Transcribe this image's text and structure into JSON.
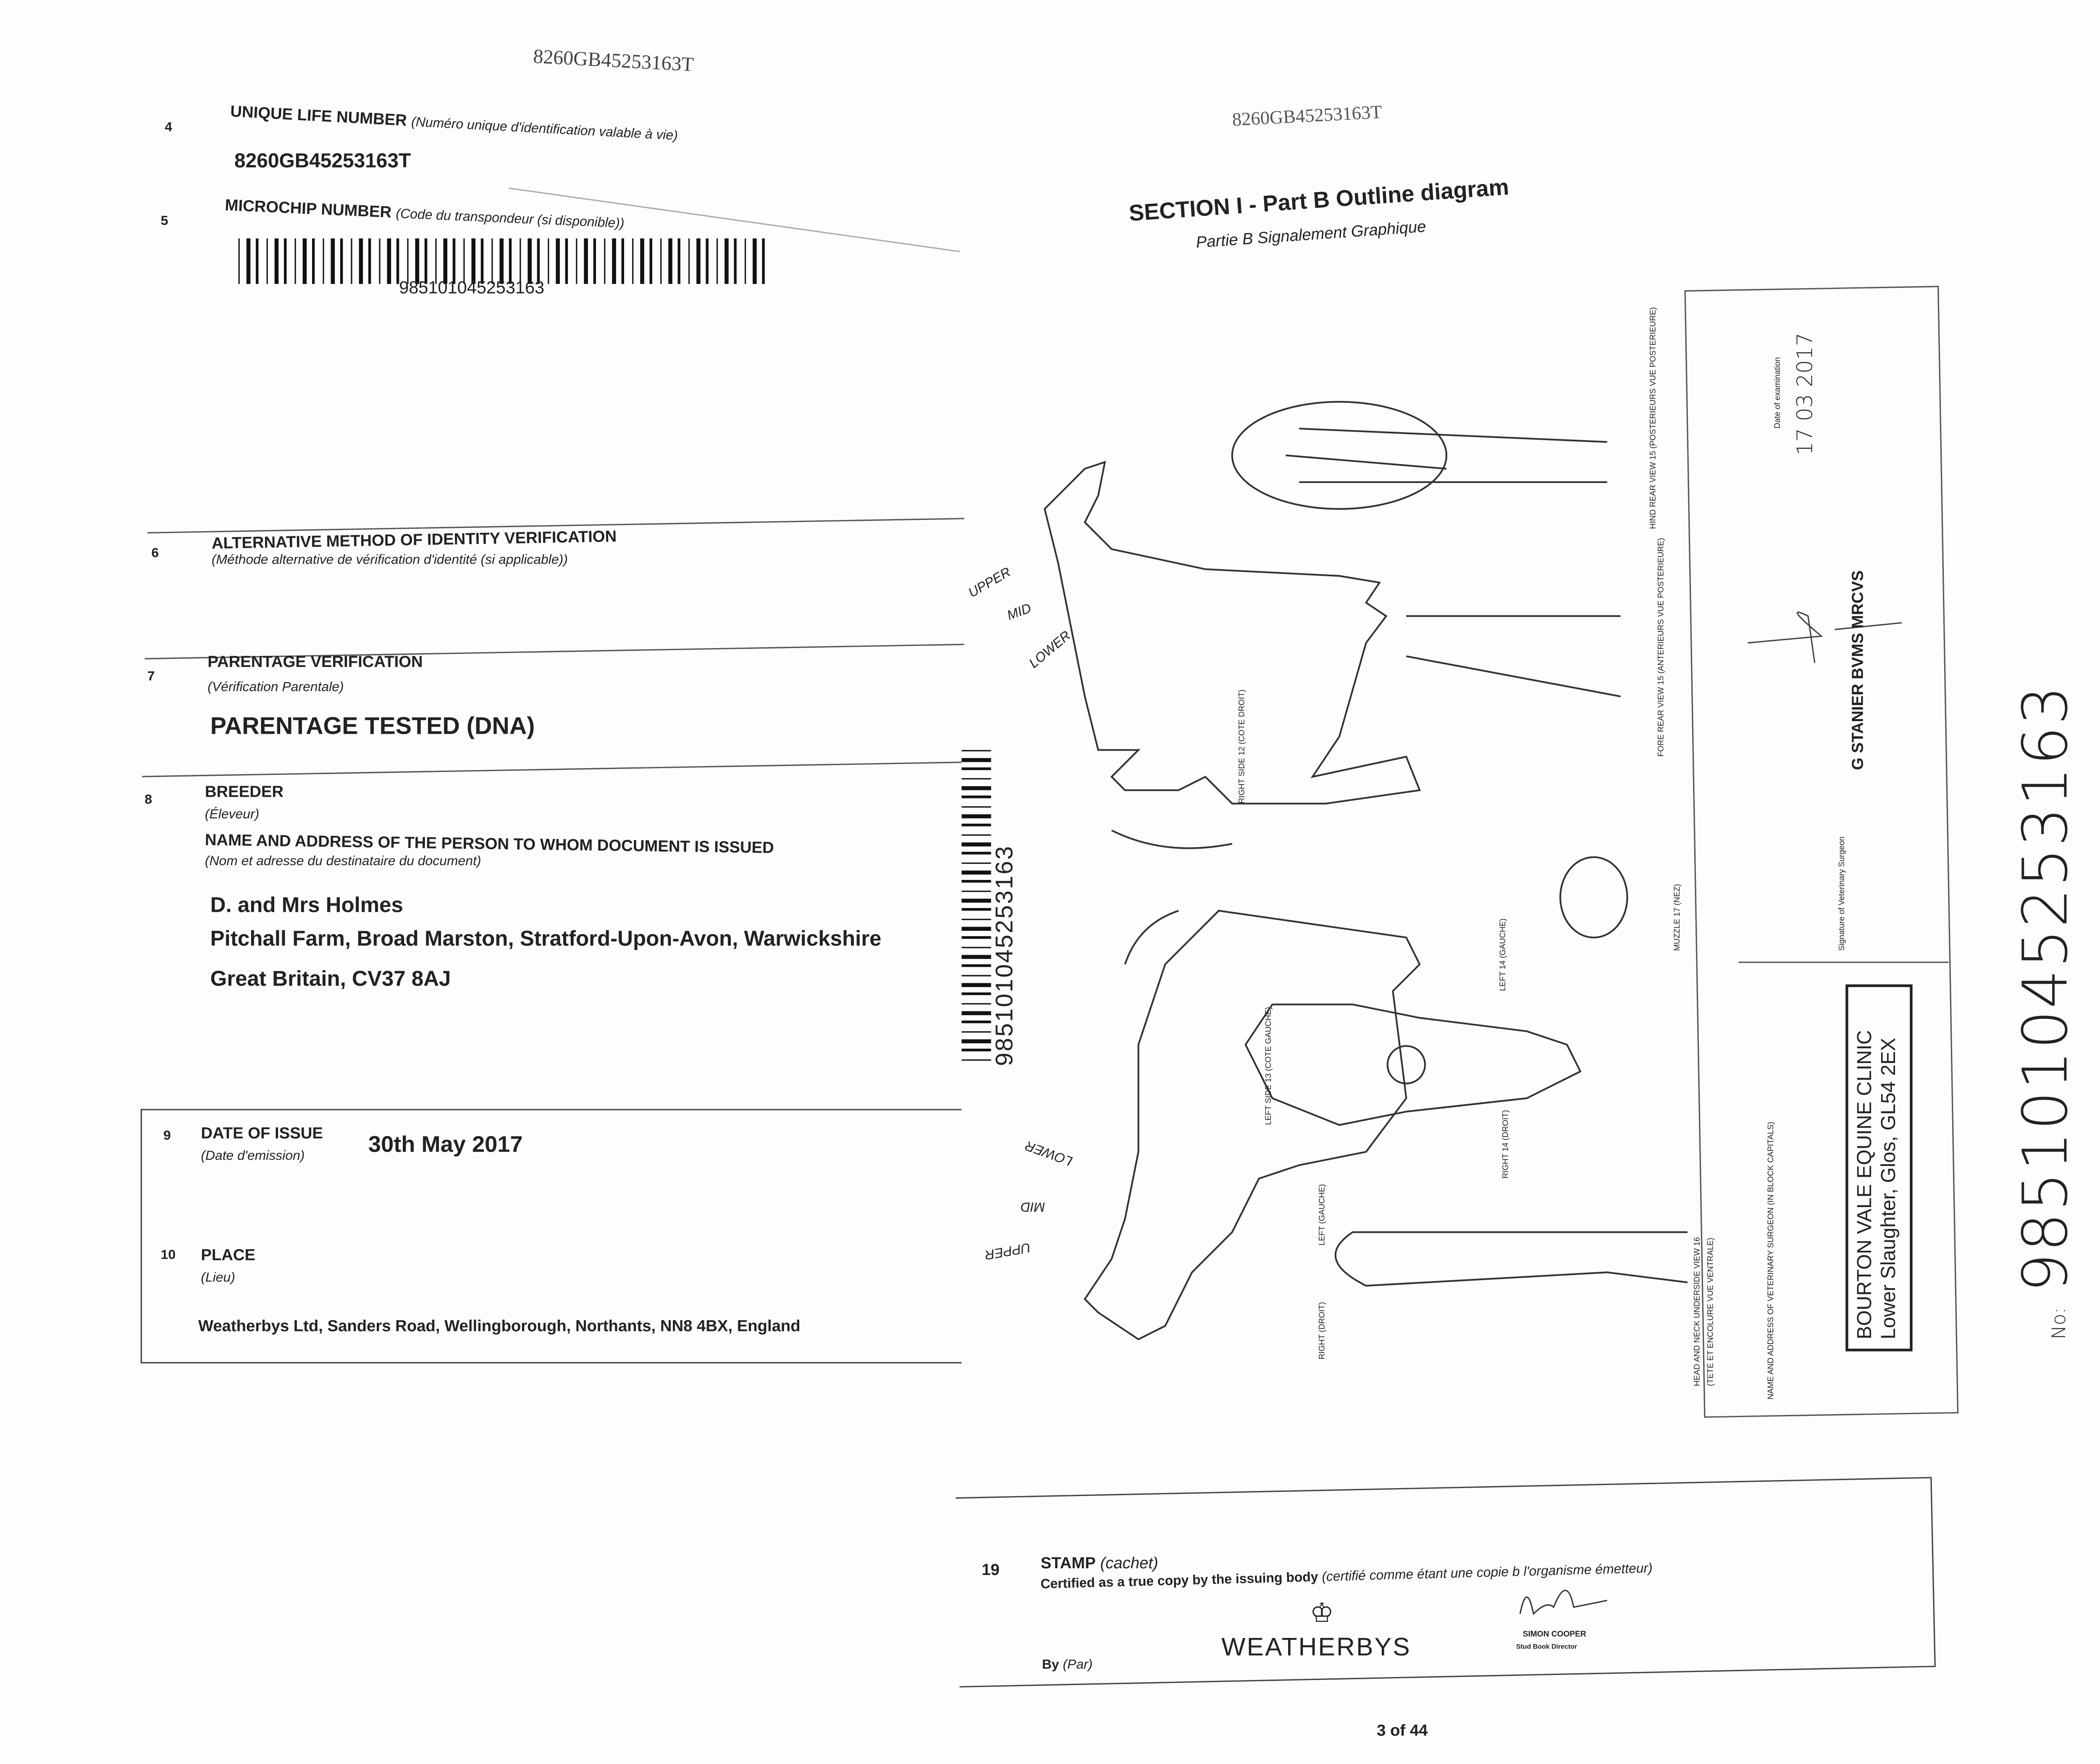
{
  "left_page": {
    "header_number": "8260GB45253163T",
    "field4": {
      "num": "4",
      "label": "UNIQUE LIFE NUMBER",
      "label_fr": "(Numéro unique d'identification valable à vie)",
      "value": "8260GB45253163T"
    },
    "field5": {
      "num": "5",
      "label": "MICROCHIP NUMBER",
      "label_fr": "(Code du transpondeur (si disponible))",
      "value": "985101045253163"
    },
    "field6": {
      "num": "6",
      "label": "ALTERNATIVE METHOD OF IDENTITY VERIFICATION",
      "label_fr": "(Méthode alternative de vérification d'identité (si applicable))"
    },
    "field7": {
      "num": "7",
      "label": "PARENTAGE VERIFICATION",
      "label_fr": "(Vérification Parentale)",
      "value": "PARENTAGE TESTED (DNA)"
    },
    "field8": {
      "num": "8",
      "label": "BREEDER",
      "label_fr": "(Éleveur)",
      "label2": "NAME AND ADDRESS OF THE PERSON TO WHOM DOCUMENT IS ISSUED",
      "label2_fr": "(Nom et adresse du destinataire du document)",
      "name": "D. and Mrs Holmes",
      "address1": "Pitchall Farm, Broad Marston, Stratford-Upon-Avon, Warwickshire",
      "address2": "Great Britain, CV37 8AJ"
    },
    "field9": {
      "num": "9",
      "label": "DATE OF ISSUE",
      "label_fr": "(Date d'emission)",
      "value": "30th May 2017"
    },
    "field10": {
      "num": "10",
      "label": "PLACE",
      "label_fr": "(Lieu)",
      "value": "Weatherbys Ltd, Sanders Road, Wellingborough, Northants, NN8 4BX, England"
    },
    "side_barcode_number": "985101045253163"
  },
  "right_page": {
    "header_number": "8260GB45253163T",
    "section_title": "SECTION I - Part B Outline diagram",
    "section_subtitle": "Partie B Signalement Graphique",
    "markings": {
      "upper": "UPPER",
      "mid": "MID",
      "lower": "LOWER"
    },
    "diagram_labels": {
      "right_side": "RIGHT SIDE 12 (COTE DROIT)",
      "left_side": "LEFT SIDE 13 (COTE GAUCHE)",
      "left14": "LEFT 14 (GAUCHE)",
      "right14": "RIGHT 14 (DROIT)",
      "muzzle": "MUZZLE 17 (NEZ)",
      "head_neck": "HEAD AND NECK UNDERSIDE VIEW 16",
      "head_neck_fr": "(TETE ET ENCOLURE VUE VENTRALE)",
      "fore_rear": "FORE REAR VIEW 15 (ANTERIEURS VUE POSTERIEURE)",
      "hind_rear": "HIND REAR VIEW 15 (POSTERIEURS VUE POSTERIEURE)",
      "right": "RIGHT (DROIT)",
      "left": "LEFT (GAUCHE)"
    },
    "vet": {
      "date_label": "Date of examination",
      "date": "17 03 2017",
      "signature_label": "Signature of Veterinary Surgeon",
      "surgeon_name": "G STANIER BVMS MRCVS",
      "name_address_label": "NAME AND ADDRESS OF VETERINARY SURGEON (IN BLOCK CAPITALS)",
      "clinic_name": "BOURTON VALE EQUINE CLINIC",
      "clinic_address": "Lower Slaughter, Glos, GL54 2EX"
    },
    "handwritten_no_label": "No:",
    "handwritten_no": "985101045253163",
    "stamp": {
      "num": "19",
      "label": "STAMP",
      "label_fr": "(cachet)",
      "certified": "Certified as a true copy by the issuing body",
      "certified_fr": "(certifié comme étant une copie b l'organisme émetteur)",
      "by": "By",
      "by_fr": "(Par)",
      "logo": "WEATHERBYS",
      "signatory": "SIMON COOPER",
      "signatory_title": "Stud Book Director"
    },
    "page_number": "3 of 44"
  }
}
